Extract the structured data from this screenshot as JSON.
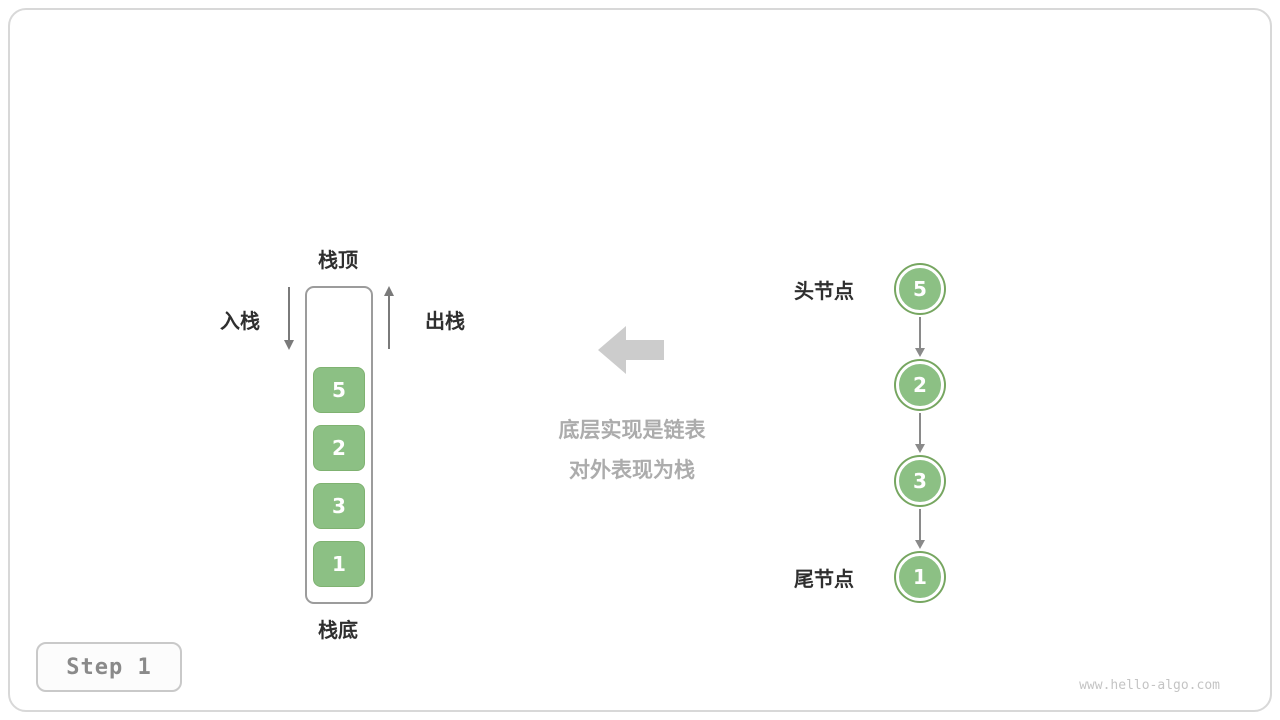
{
  "stack": {
    "top_label": "栈顶",
    "bottom_label": "栈底",
    "push_label": "入栈",
    "pop_label": "出栈",
    "items": [
      "5",
      "2",
      "3",
      "1"
    ]
  },
  "annotation": {
    "line1": "底层实现是链表",
    "line2": "对外表现为栈"
  },
  "linked_list": {
    "head_label": "头节点",
    "tail_label": "尾节点",
    "nodes": [
      "5",
      "2",
      "3",
      "1"
    ]
  },
  "footer": {
    "step_label": "Step 1",
    "watermark": "www.hello-algo.com"
  },
  "colors": {
    "node_green": "#8cc084",
    "node_ring_green": "#76a660",
    "gray_annotation": "#acacac",
    "dark_text": "#2f2f2f",
    "frame_border": "#d8d8d8"
  }
}
